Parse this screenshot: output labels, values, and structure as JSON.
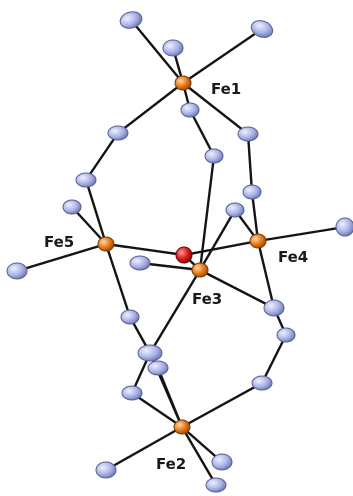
{
  "figure": {
    "atom_labels": {
      "fe1": "Fe1",
      "fe2": "Fe2",
      "fe3": "Fe3",
      "fe4": "Fe4",
      "fe5": "Fe5"
    },
    "colors": {
      "iron": "#e87a1a",
      "iron_edge": "#7a3a05",
      "nitrogen": "#aab2e6",
      "nitrogen_edge": "#55608f",
      "oxygen": "#e01b1b",
      "oxygen_edge": "#6a0808",
      "bond": "#141414",
      "label": "#1a1a1a"
    }
  }
}
